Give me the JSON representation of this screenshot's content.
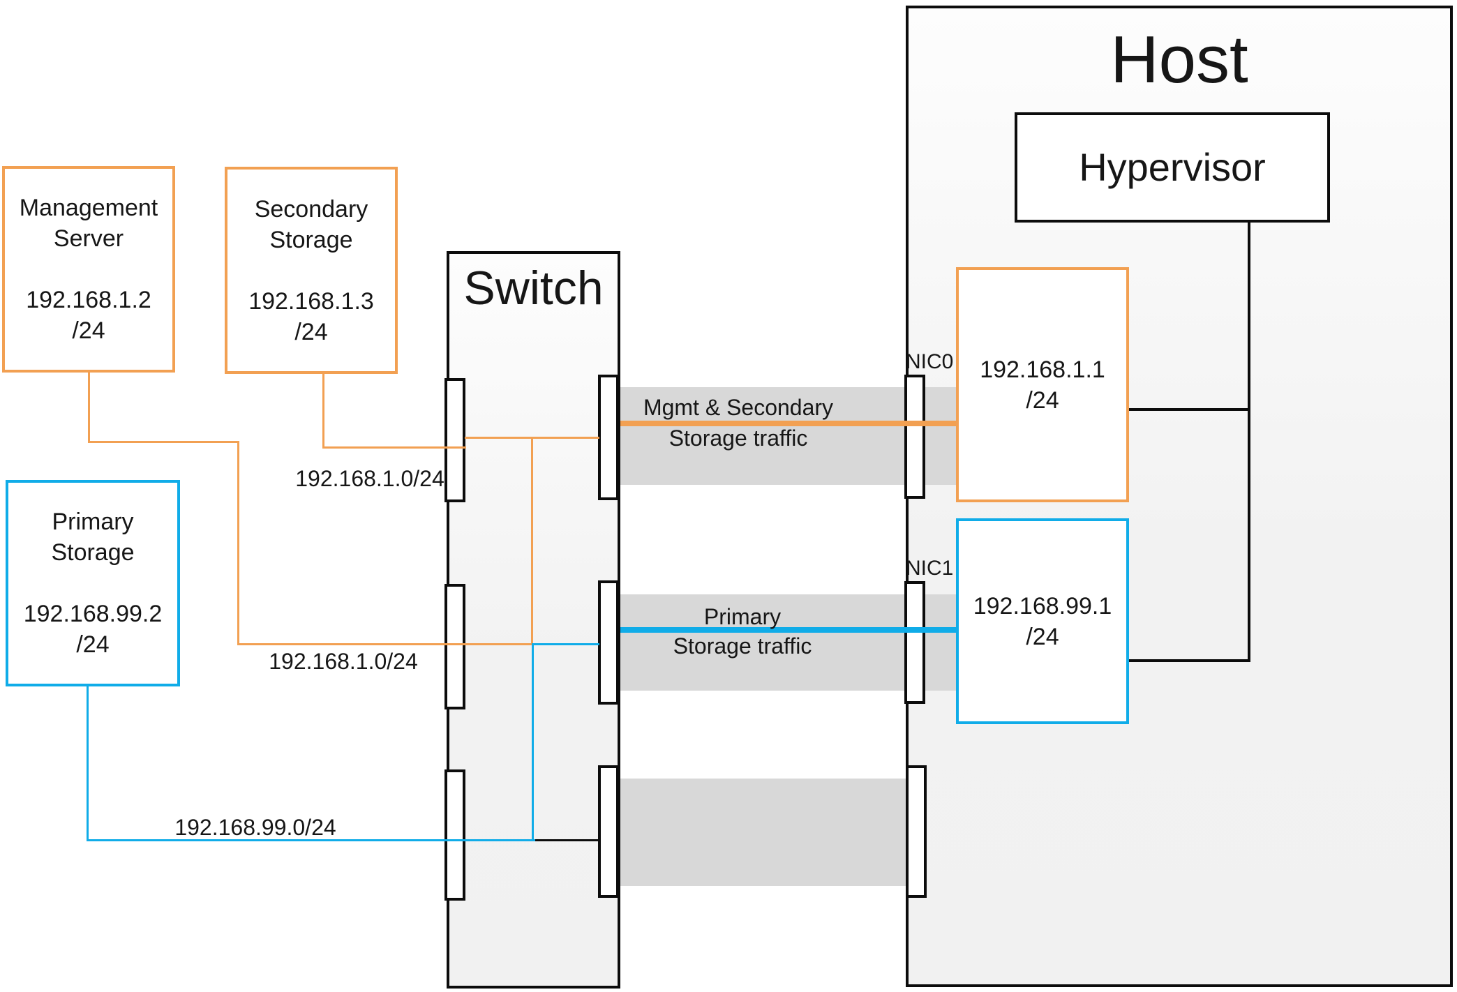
{
  "nodes": {
    "management_server": {
      "name1": "Management",
      "name2": "Server",
      "ip": "192.168.1.2",
      "mask": "/24"
    },
    "secondary_storage": {
      "name1": "Secondary",
      "name2": "Storage",
      "ip": "192.168.1.3",
      "mask": "/24"
    },
    "primary_storage": {
      "name1": "Primary",
      "name2": "Storage",
      "ip": "192.168.99.2",
      "mask": "/24"
    },
    "switch": {
      "label": "Switch"
    },
    "host": {
      "label": "Host"
    },
    "hypervisor": {
      "label": "Hypervisor"
    },
    "nic0": {
      "label": "NIC0",
      "ip": "192.168.1.1",
      "mask": "/24"
    },
    "nic1": {
      "label": "NIC1",
      "ip": "192.168.99.1",
      "mask": "/24"
    }
  },
  "subnet_labels": {
    "secondary_link": "192.168.1.0/24",
    "management_link": "192.168.1.0/24",
    "primary_link": "192.168.99.0/24"
  },
  "traffic": {
    "mgmt_line1": "Mgmt & Secondary",
    "mgmt_line2": "Storage traffic",
    "primary_line1": "Primary",
    "primary_line2": "Storage traffic"
  },
  "colors": {
    "orange": "#F2A052",
    "blue": "#10ACE8",
    "band_gray": "#D8D8D8",
    "line_black": "#0c0c0c"
  }
}
